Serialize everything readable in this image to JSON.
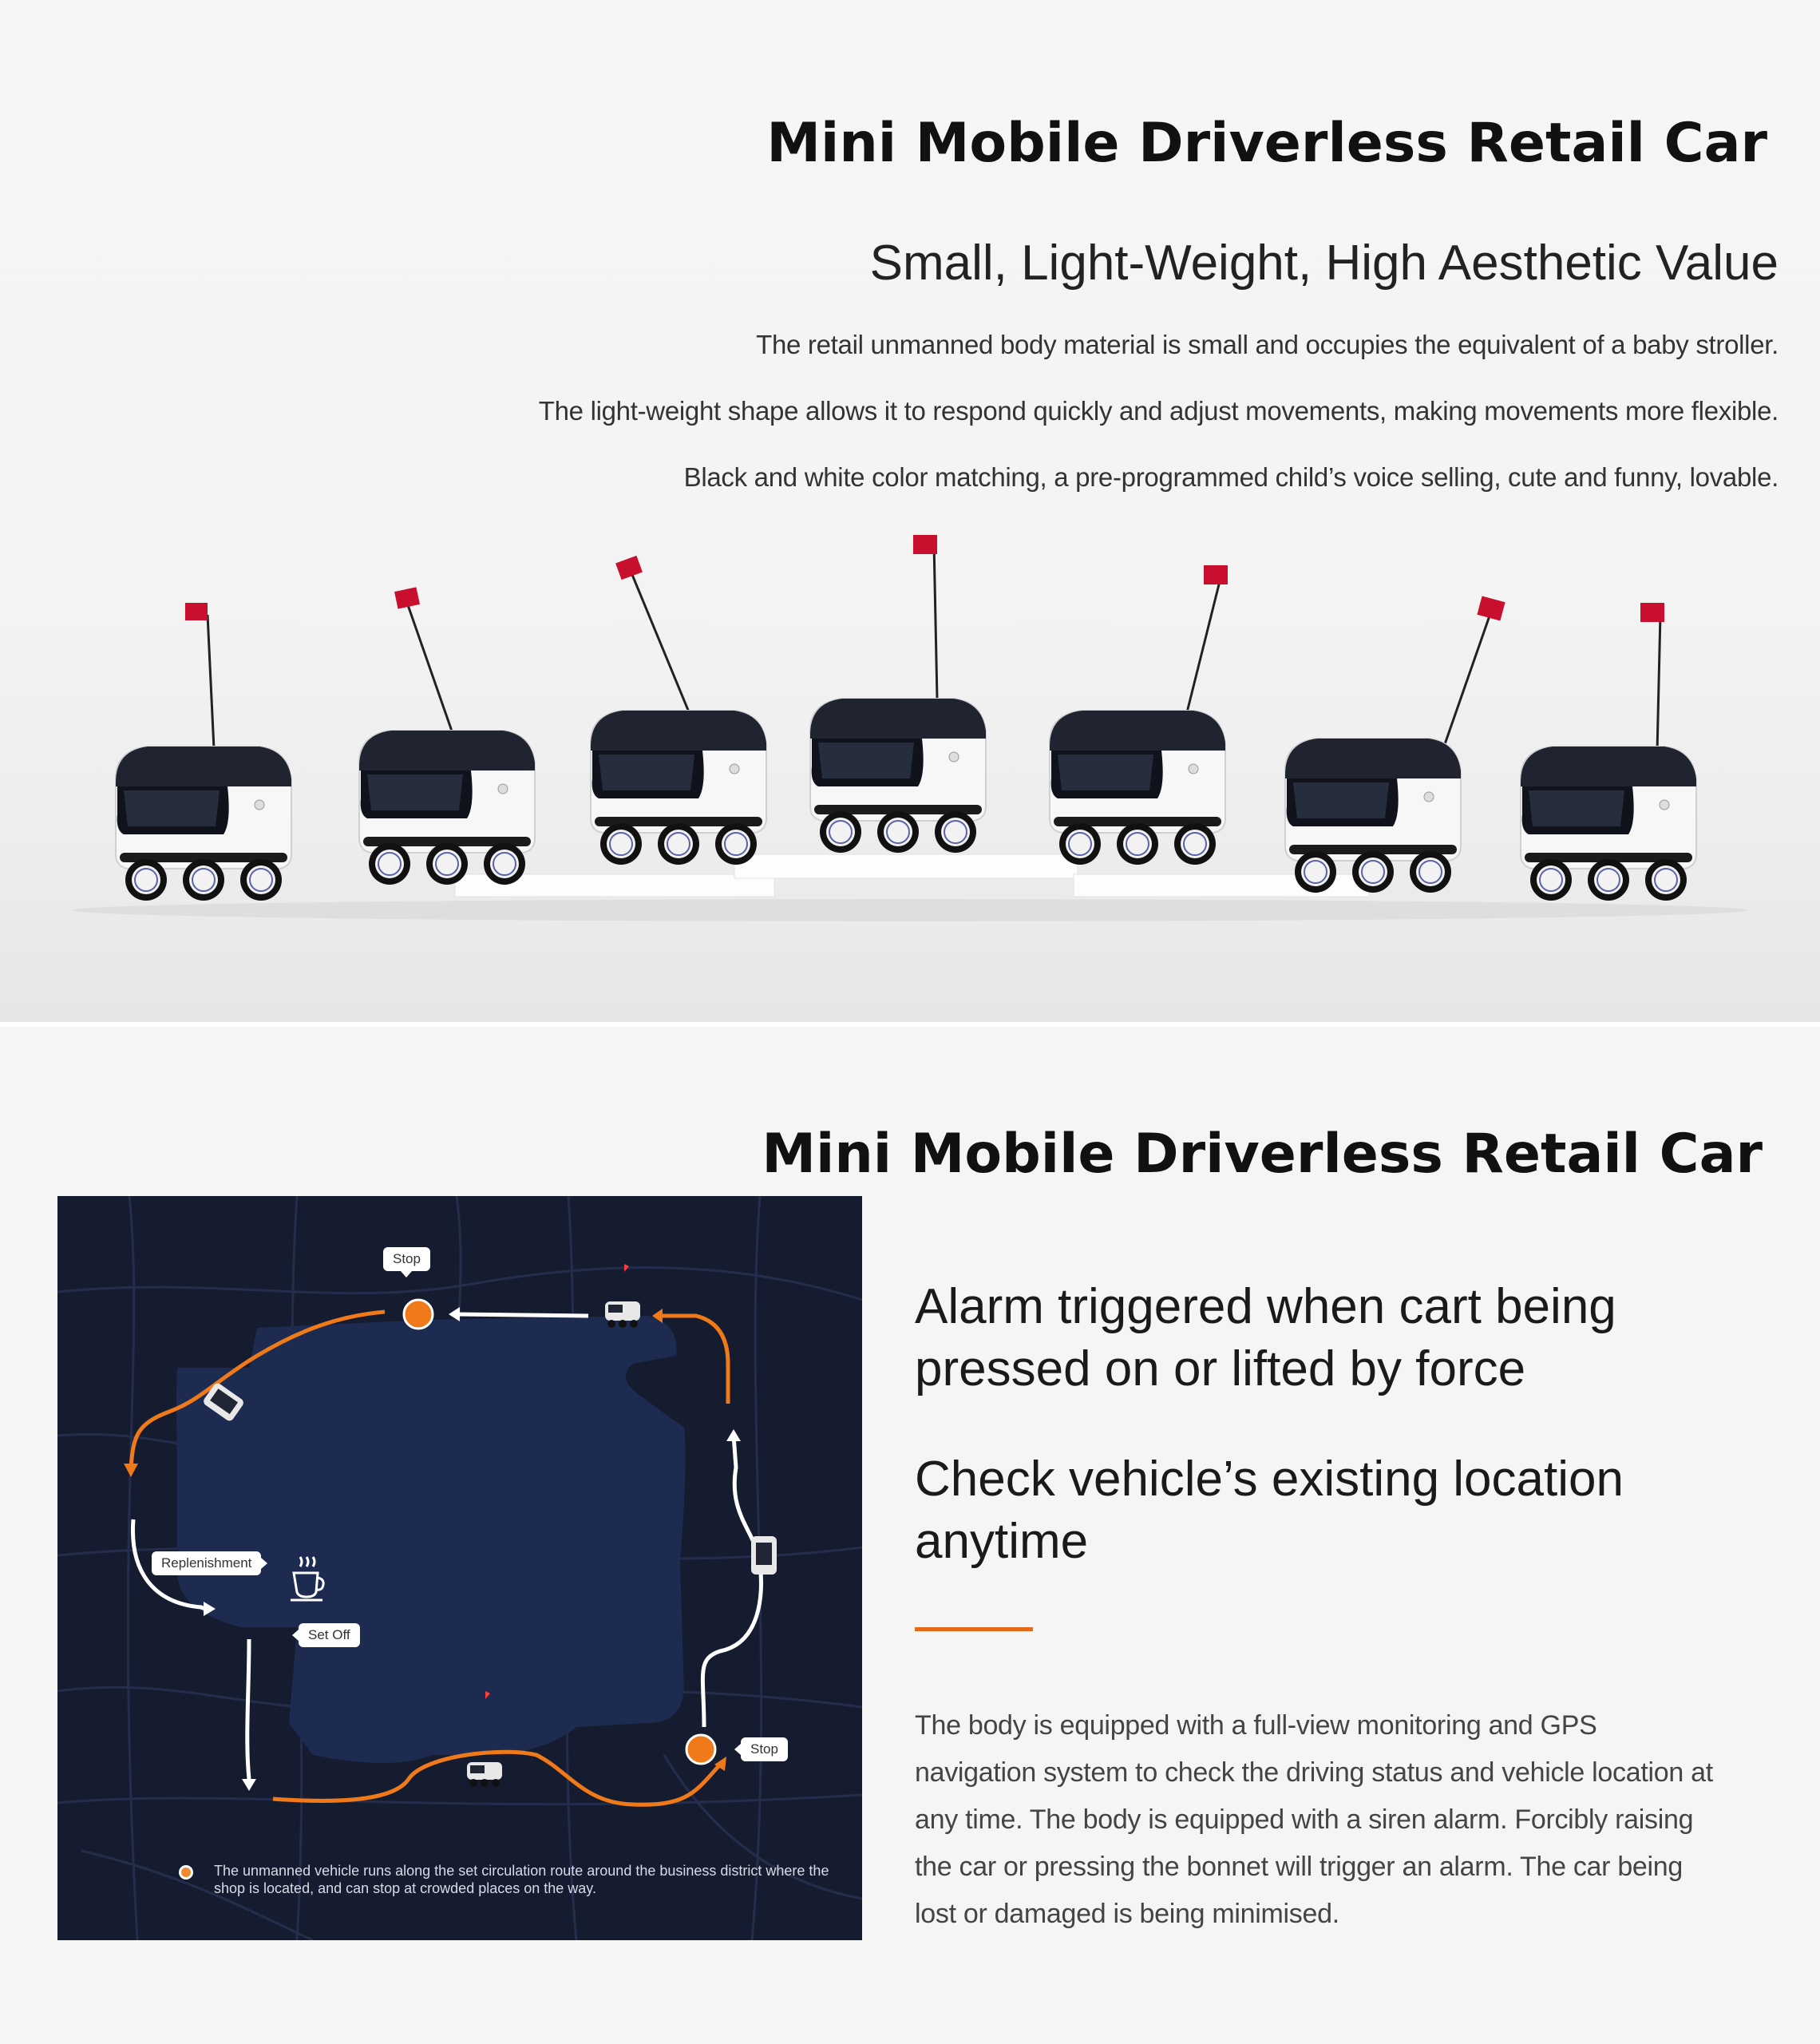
{
  "section1": {
    "title": "Mini Mobile Driverless Retail Car",
    "subtitle": "Small, Light-Weight, High Aesthetic Value",
    "paragraphs": [
      "The retail unmanned body material is small and occupies the equivalent of a baby stroller.",
      "The light-weight shape allows it to respond quickly and adjust movements, making movements more flexible.",
      "Black and white color matching, a pre-programmed child’s voice selling, cute and funny, lovable."
    ],
    "robot_count": 7,
    "flag_color": "#c8102e"
  },
  "section2": {
    "title": "Mini Mobile Driverless Retail Car",
    "map": {
      "labels": {
        "stop_top": "Stop",
        "stop_bottom": "Stop",
        "replenishment": "Replenishment",
        "set_off": "Set Off"
      },
      "caption": "The unmanned vehicle runs along the set circulation route around the business district where the shop is located, and can stop at crowded places on the way.",
      "route_color": "#f07a1a",
      "background_color": "#151c30"
    },
    "heading_1": "Alarm triggered when cart being pressed on or lifted by force",
    "heading_2": "Check vehicle’s existing location anytime",
    "accent_color": "#e36a17",
    "body": "The body is equipped with a full-view monitoring and GPS navigation system to check the driving status and vehicle location at any time. The body is equipped with a siren alarm. Forcibly raising the car or pressing the bonnet will trigger an alarm. The car being lost or damaged is being minimised."
  }
}
